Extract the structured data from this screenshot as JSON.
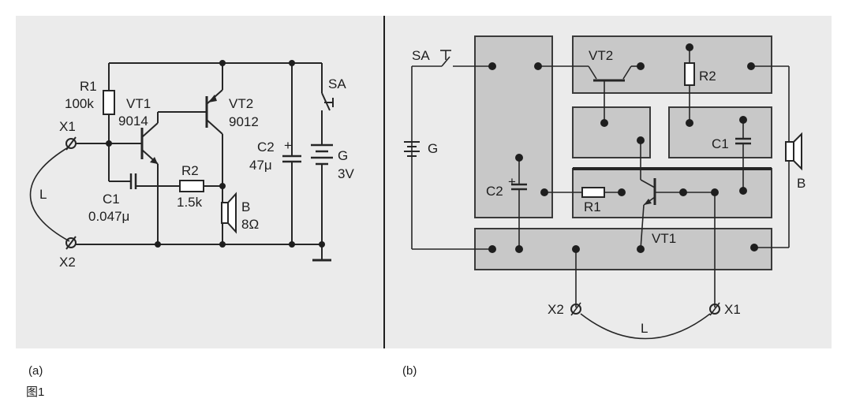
{
  "panel_a": {
    "r1_name": "R1",
    "r1_value": "100k",
    "vt1_name": "VT1",
    "vt1_part": "9014",
    "vt2_name": "VT2",
    "vt2_part": "9012",
    "x1": "X1",
    "x2": "X2",
    "coil": "L",
    "c1_name": "C1",
    "c1_value": "0.047μ",
    "r2_name": "R2",
    "r2_value": "1.5k",
    "b_name": "B",
    "b_value": "8Ω",
    "c2_name": "C2",
    "c2_value": "47μ",
    "sa": "SA",
    "g_name": "G",
    "g_value": "3V"
  },
  "panel_b": {
    "sa": "SA",
    "g": "G",
    "vt2": "VT2",
    "r2": "R2",
    "c1": "C1",
    "c2": "C2",
    "r1": "R1",
    "vt1": "VT1",
    "b": "B",
    "x2": "X2",
    "x1": "X1",
    "coil": "L"
  },
  "captions": {
    "a": "(a)",
    "b": "(b)",
    "figure": "图1"
  }
}
